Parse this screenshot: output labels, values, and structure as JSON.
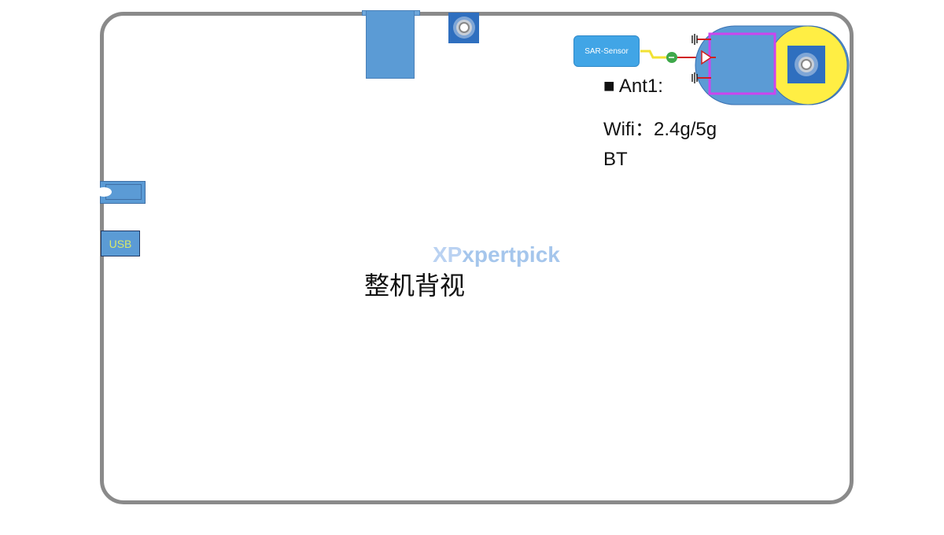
{
  "diagram": {
    "title": "整机背视",
    "sar_sensor_label": "SAR-Sensor",
    "usb_label": "USB",
    "antenna": {
      "name": "■ Ant1:",
      "wifi": "Wifi：2.4g/5g",
      "bt": "BT"
    },
    "watermark": {
      "logo": "XP",
      "text": "xpertpick"
    },
    "colors": {
      "frame": "#8a8a8a",
      "block": "#5b9bd5",
      "antenna_ring": "#ffee44",
      "antenna_outline": "#cc44ee",
      "sar": "#41a5e6"
    }
  }
}
